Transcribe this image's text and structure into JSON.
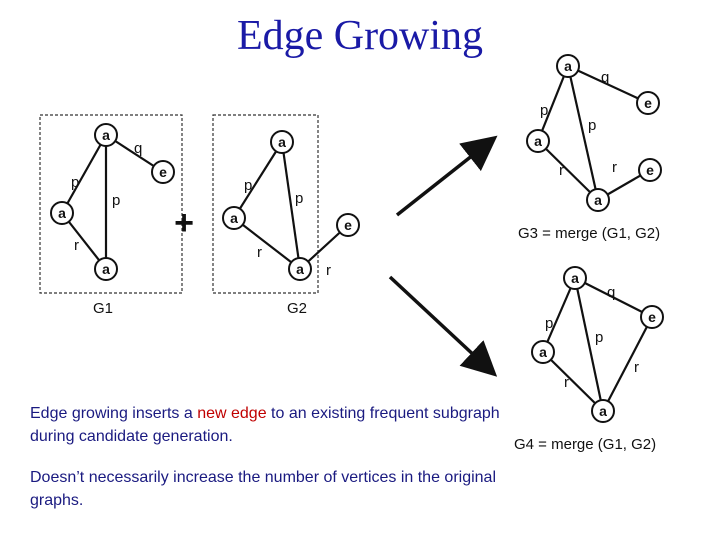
{
  "title": "Edge Growing",
  "plus": "+",
  "graphs": [
    {
      "caption": "G1",
      "nodes": [
        "a",
        "e",
        "a",
        "a"
      ],
      "edges": [
        "q",
        "p",
        "p",
        "r"
      ]
    },
    {
      "caption": "G2",
      "nodes": [
        "a",
        "a",
        "a",
        "e"
      ],
      "edges": [
        "p",
        "p",
        "r",
        "r"
      ]
    },
    {
      "caption": "G3 = merge (G1, G2)",
      "nodes": [
        "a",
        "e",
        "a",
        "e",
        "a"
      ],
      "edges": [
        "q",
        "p",
        "p",
        "r",
        "r"
      ]
    },
    {
      "caption": "G4 = merge (G1, G2)",
      "nodes": [
        "a",
        "e",
        "a",
        "a"
      ],
      "edges": [
        "q",
        "p",
        "p",
        "r",
        "r"
      ]
    }
  ],
  "text": {
    "line1_before": "Edge growing inserts a ",
    "line1_highlight": "new edge",
    "line1_after": " to an existing frequent subgraph during candidate generation.",
    "line2": "Doesn’t necessarily increase the number of vertices in the original graphs."
  },
  "colors": {
    "title": "#1a1aa6",
    "body_text": "#1a1a80",
    "highlight": "#c00000"
  }
}
